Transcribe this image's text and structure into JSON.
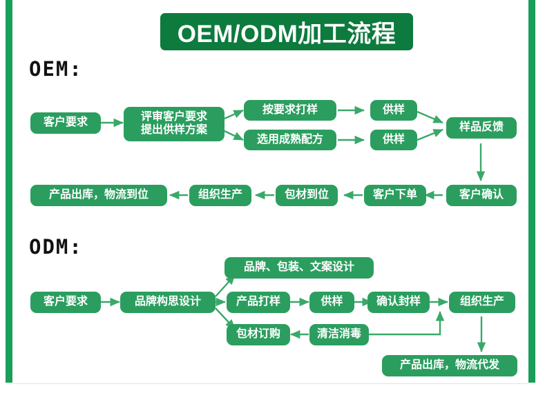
{
  "banner": {
    "title": "OEM/ODM加工流程",
    "color": "#0d7a3e"
  },
  "theme": {
    "node_green": "#2b9e5f",
    "edge_green": "#1a9e5b",
    "arrow_green": "#3aa86a",
    "text_white": "#ffffff",
    "label_black": "#111111",
    "page_background": "#ffffff"
  },
  "sections": [
    {
      "id": "oem",
      "label": "OEM:",
      "nodes": [
        {
          "id": "oem-customer-request",
          "lines": [
            "客户要求"
          ]
        },
        {
          "id": "oem-review-request",
          "lines": [
            "评审客户要求",
            "提出供样方案"
          ]
        },
        {
          "id": "oem-sample-as-required",
          "lines": [
            "按要求打样"
          ]
        },
        {
          "id": "oem-mature-formula",
          "lines": [
            "选用成熟配方"
          ]
        },
        {
          "id": "oem-supply-sample-1",
          "lines": [
            "供样"
          ]
        },
        {
          "id": "oem-supply-sample-2",
          "lines": [
            "供样"
          ]
        },
        {
          "id": "oem-sample-feedback",
          "lines": [
            "样品反馈"
          ]
        },
        {
          "id": "oem-customer-confirm",
          "lines": [
            "客户确认"
          ]
        },
        {
          "id": "oem-customer-order",
          "lines": [
            "客户下单"
          ]
        },
        {
          "id": "oem-packaging-ready",
          "lines": [
            "包材到位"
          ]
        },
        {
          "id": "oem-organize-production",
          "lines": [
            "组织生产"
          ]
        },
        {
          "id": "oem-shipping",
          "lines": [
            "产品出库，物流到位"
          ]
        }
      ]
    },
    {
      "id": "odm",
      "label": "ODM:",
      "nodes": [
        {
          "id": "odm-customer-request",
          "lines": [
            "客户要求"
          ]
        },
        {
          "id": "odm-brand-concept",
          "lines": [
            "品牌构思设计"
          ]
        },
        {
          "id": "odm-brand-pkg-copy",
          "lines": [
            "品牌、包装、文案设计"
          ]
        },
        {
          "id": "odm-product-sample",
          "lines": [
            "产品打样"
          ]
        },
        {
          "id": "odm-supply-sample",
          "lines": [
            "供样"
          ]
        },
        {
          "id": "odm-confirm-seal",
          "lines": [
            "确认封样"
          ]
        },
        {
          "id": "odm-organize-production",
          "lines": [
            "组织生产"
          ]
        },
        {
          "id": "odm-packaging-order",
          "lines": [
            "包材订购"
          ]
        },
        {
          "id": "odm-clean-sterilize",
          "lines": [
            "清洁消毒"
          ]
        },
        {
          "id": "odm-shipping",
          "lines": [
            "产品出库，物流代发"
          ]
        }
      ]
    }
  ]
}
